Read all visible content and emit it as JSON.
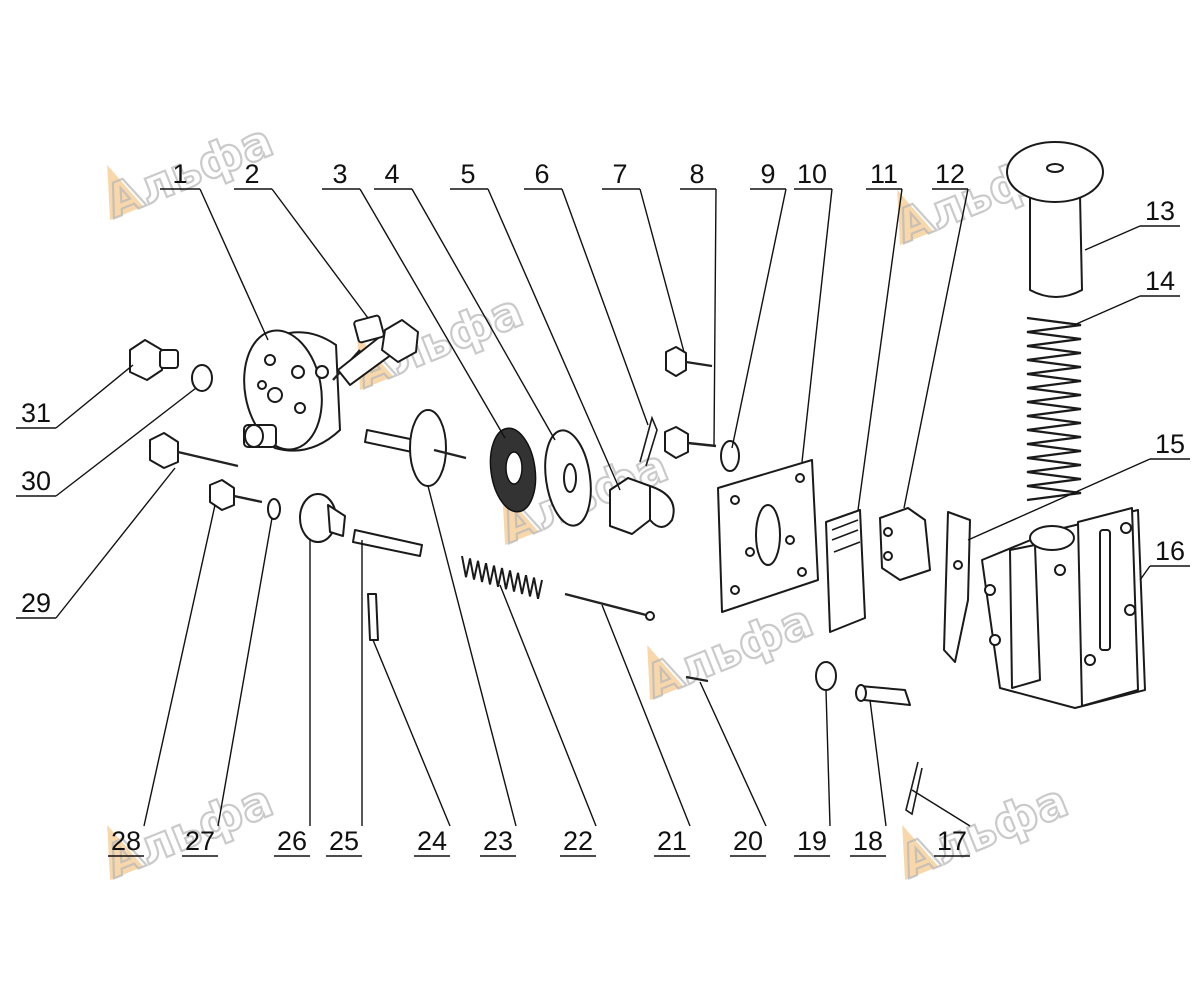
{
  "watermark": {
    "text": "Альфа",
    "accent": "#f2b766",
    "outline": "#b9b9b9"
  },
  "callouts": [
    {
      "label": "1"
    },
    {
      "label": "2"
    },
    {
      "label": "3"
    },
    {
      "label": "4"
    },
    {
      "label": "5"
    },
    {
      "label": "6"
    },
    {
      "label": "7"
    },
    {
      "label": "8"
    },
    {
      "label": "9"
    },
    {
      "label": "10"
    },
    {
      "label": "11"
    },
    {
      "label": "12"
    },
    {
      "label": "13"
    },
    {
      "label": "14"
    },
    {
      "label": "15"
    },
    {
      "label": "16"
    },
    {
      "label": "17"
    },
    {
      "label": "18"
    },
    {
      "label": "19"
    },
    {
      "label": "20"
    },
    {
      "label": "21"
    },
    {
      "label": "22"
    },
    {
      "label": "23"
    },
    {
      "label": "24"
    },
    {
      "label": "25"
    },
    {
      "label": "26"
    },
    {
      "label": "27"
    },
    {
      "label": "28"
    },
    {
      "label": "29"
    },
    {
      "label": "30"
    },
    {
      "label": "31"
    }
  ]
}
